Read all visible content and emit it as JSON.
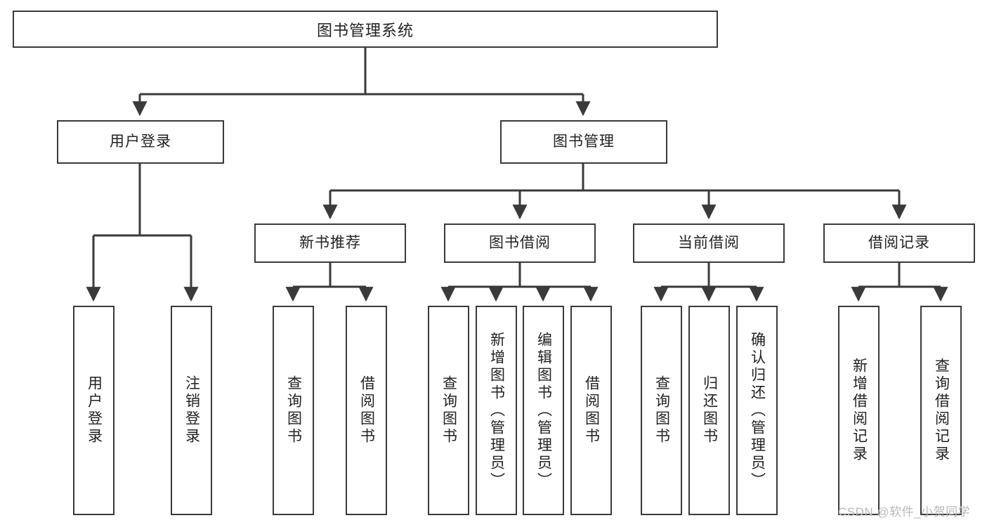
{
  "diagram": {
    "title": "图书管理系统",
    "type": "tree-hierarchy-chart",
    "colors": {
      "box_border": "#3a3a3a",
      "box_fill": "#ffffff",
      "connector": "#3a3a3a",
      "text": "#222222",
      "watermark": "#b9b9b9",
      "background": "#ffffff"
    }
  },
  "root": {
    "label": "图书管理系统"
  },
  "level1": [
    {
      "label": "用户登录"
    },
    {
      "label": "图书管理"
    }
  ],
  "level2": [
    {
      "label": "新书推荐"
    },
    {
      "label": "图书借阅"
    },
    {
      "label": "当前借阅"
    },
    {
      "label": "借阅记录"
    }
  ],
  "leaves": {
    "user_login": [
      {
        "label": "用户登录"
      },
      {
        "label": "注销登录"
      }
    ],
    "new_book_recommend": [
      {
        "label": "查询图书"
      },
      {
        "label": "借阅图书"
      }
    ],
    "book_borrow": [
      {
        "label": "查询图书"
      },
      {
        "label": "新增图书（管理员）"
      },
      {
        "label": "编辑图书（管理员）"
      },
      {
        "label": "借阅图书"
      }
    ],
    "current_borrow": [
      {
        "label": "查询图书"
      },
      {
        "label": "归还图书"
      },
      {
        "label": "确认归还（管理员）"
      }
    ],
    "borrow_record": [
      {
        "label": "新增借阅记录"
      },
      {
        "label": "查询借阅记录"
      }
    ]
  },
  "watermark": {
    "text": "CSDN @软件_小贺同学"
  }
}
